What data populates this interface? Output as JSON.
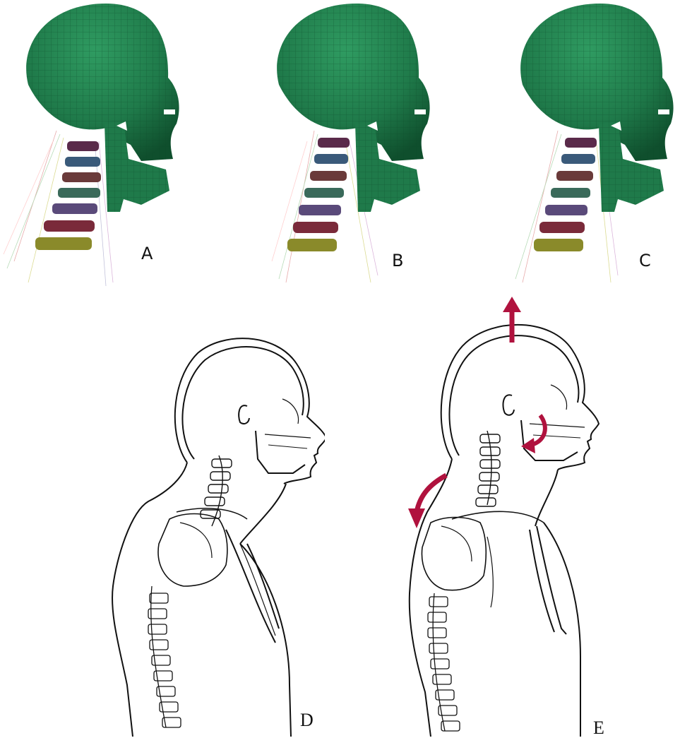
{
  "panels": {
    "a": {
      "label": "A"
    },
    "b": {
      "label": "B"
    },
    "c": {
      "label": "C"
    },
    "d": {
      "label": "D"
    },
    "e": {
      "label": "E"
    }
  },
  "colors": {
    "skull": "#1f7a4a",
    "skull_dark": "#125a34",
    "arrow": "#b0123e",
    "line": "#111111"
  }
}
